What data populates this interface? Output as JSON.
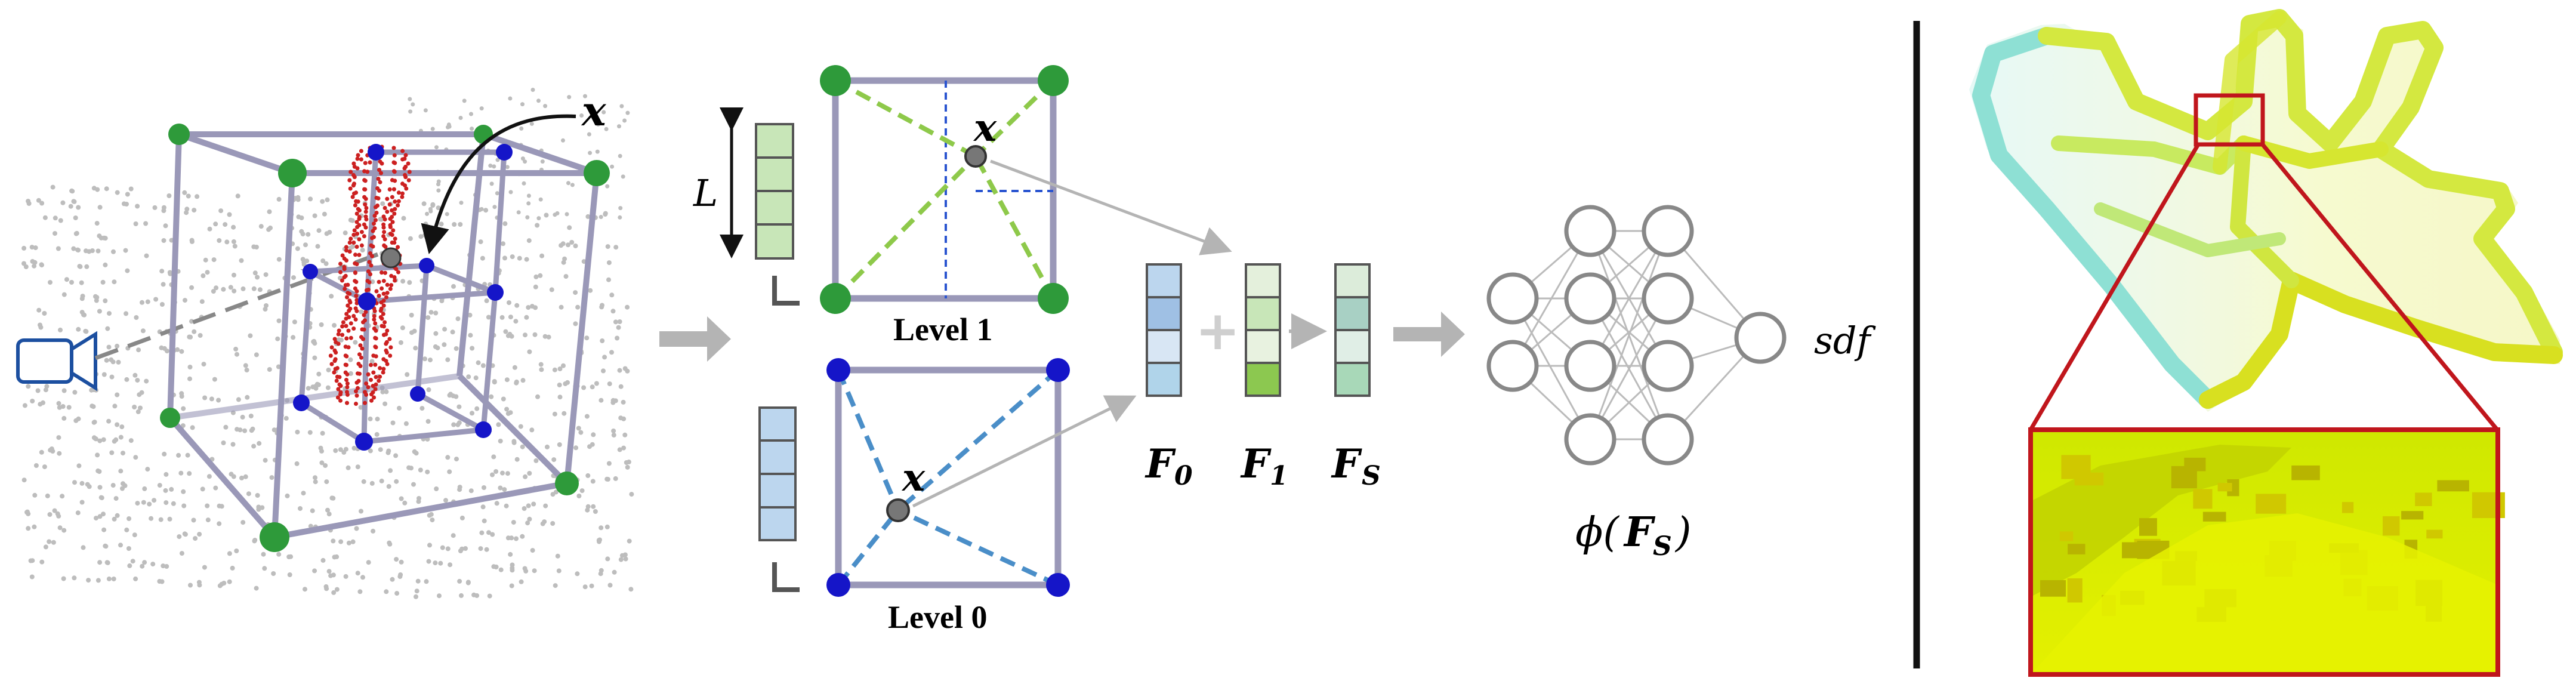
{
  "labels": {
    "query_point": "x",
    "length": "L",
    "level_1": "Level 1",
    "level_0": "Level 0",
    "feature_0": "F",
    "feature_0_sub": "0",
    "feature_1": "F",
    "feature_1_sub": "1",
    "feature_sum": "F",
    "feature_sum_sub": "S",
    "mlp_phi": "ϕ(",
    "mlp_f": "F",
    "mlp_sub": "S",
    "mlp_close": ")",
    "output": "sdf"
  },
  "colors": {
    "cube_edge": "#9a98b8",
    "green_node": "#2e9a3a",
    "blue_node": "#1515c8",
    "sample_dots": "#cc2020",
    "query_point": "#777777",
    "green_feature": "#c8e6b8",
    "blue_feature": "#bcd6ee",
    "arrow_gray": "#b4b4b4",
    "mlp_node": "#888888",
    "zoom_box": "#c0161c",
    "separator": "#111111",
    "mesh_cyan": "#8fe0d6",
    "mesh_yellow": "#e8e000",
    "camera": "#1c4fa0"
  },
  "icons": [
    "camera-icon",
    "axis-corner-icon"
  ]
}
